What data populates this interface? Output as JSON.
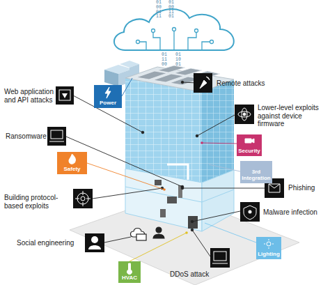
{
  "diagram": {
    "nodes": [
      {
        "text": [
          "Power"
        ]
      },
      {
        "text": [
          "Security"
        ]
      },
      {
        "text": [
          "3rd Integration"
        ]
      },
      {
        "text": [
          "Safety"
        ]
      },
      {
        "text": [
          "Lighting"
        ]
      },
      {
        "text": [
          "HVAC"
        ]
      }
    ],
    "labels": [
      "01 00 01 11",
      "01 00 11 01",
      "01 11 00",
      "01 10 01",
      "Remote attacks",
      "Web application and API attacks",
      "Lower-level exploits against device firmware",
      "Ransomware",
      "Phishing",
      "Building protocol-based exploits",
      "Malware infection",
      "Social engineering",
      "DDoS attack"
    ]
  }
}
